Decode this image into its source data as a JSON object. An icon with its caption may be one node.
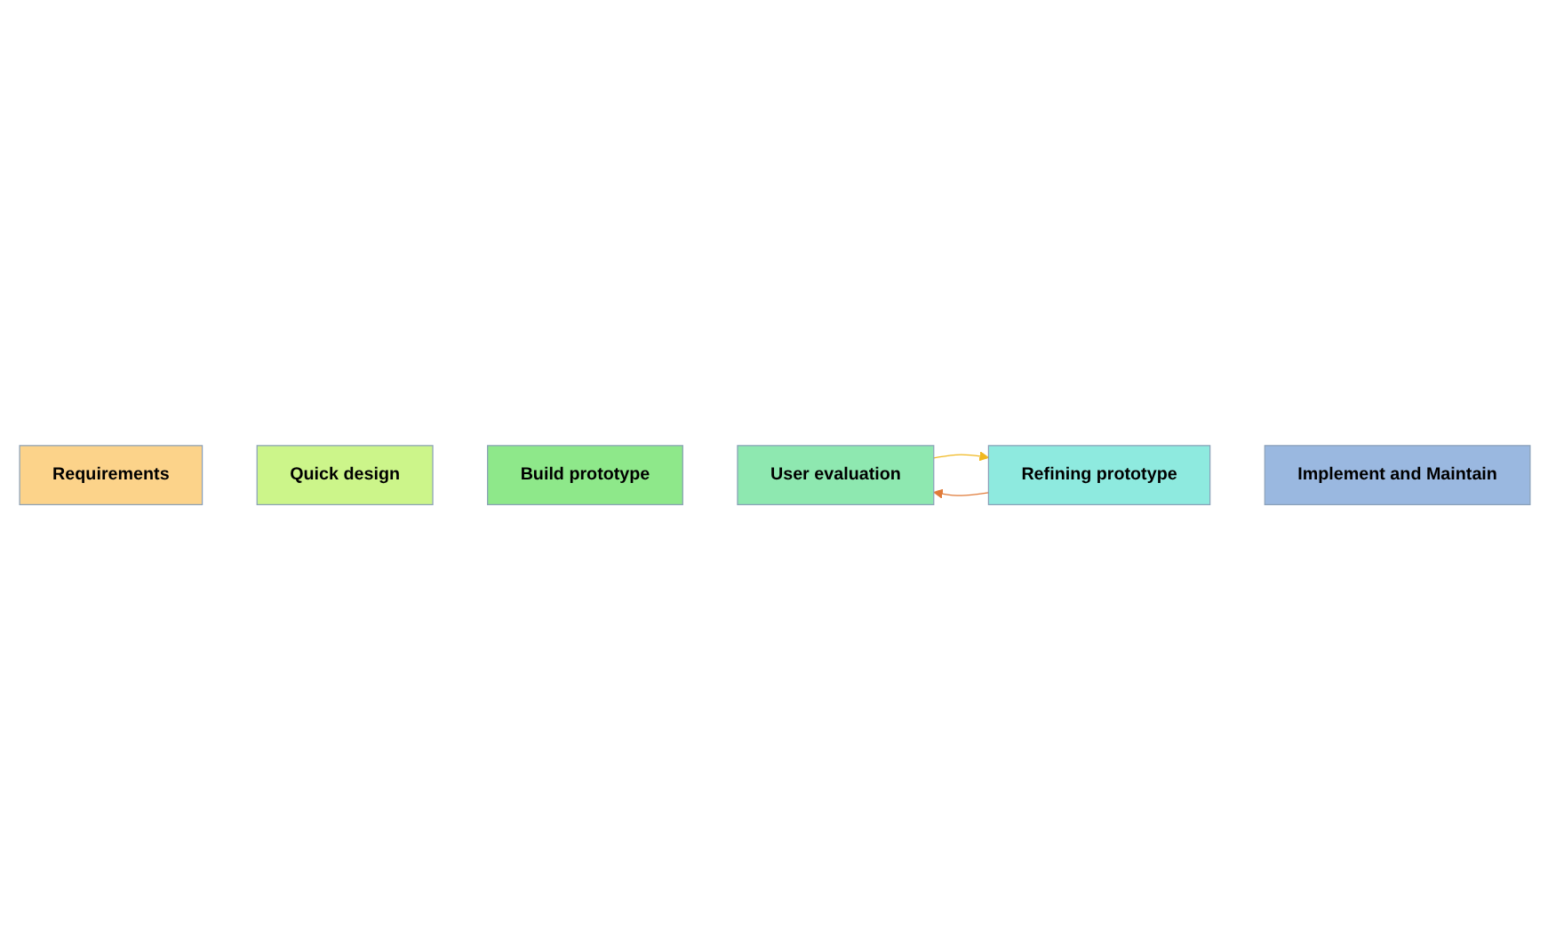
{
  "diagram": {
    "nodes": [
      {
        "text": [
          "Requirements"
        ]
      },
      {
        "text": [
          "Quick design"
        ]
      },
      {
        "text": [
          "Build prototype"
        ]
      },
      {
        "text": [
          "User evaluation"
        ]
      },
      {
        "text": [
          "Refining prototype"
        ]
      },
      {
        "text": [
          "Implement and Maintain"
        ]
      }
    ],
    "edges": [
      {
        "from": 4,
        "to": 3,
        "arrow": "to",
        "color": "#e07b39"
      },
      {
        "from": 3,
        "to": 4,
        "arrow": "to",
        "color": "#f0b820"
      }
    ]
  }
}
